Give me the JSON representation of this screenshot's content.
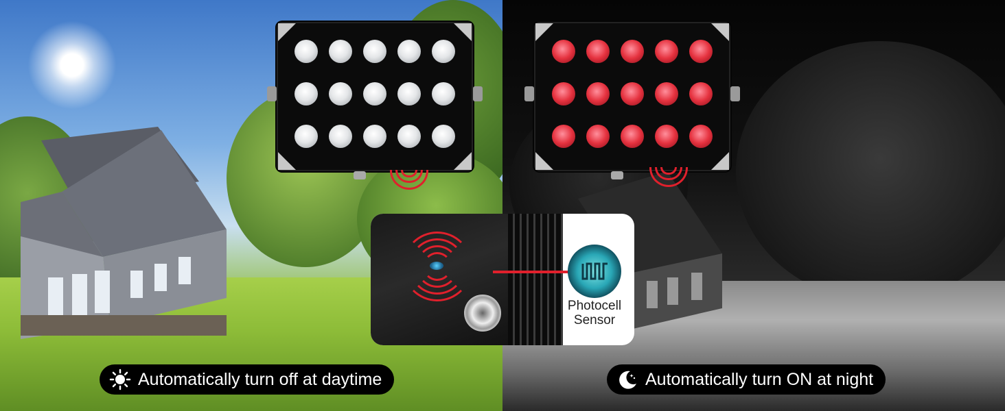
{
  "captions": {
    "day": "Automatically turn off at daytime",
    "night": "Automatically turn ON at night"
  },
  "inset": {
    "sensor_label_line1": "Photocell",
    "sensor_label_line2": "Sensor"
  },
  "icons": {
    "day": "sun-icon",
    "night": "moon-stars-icon"
  },
  "colors": {
    "led_off": "#e6e8ea",
    "led_on": "#e5323f",
    "signal": "#e0202c"
  }
}
